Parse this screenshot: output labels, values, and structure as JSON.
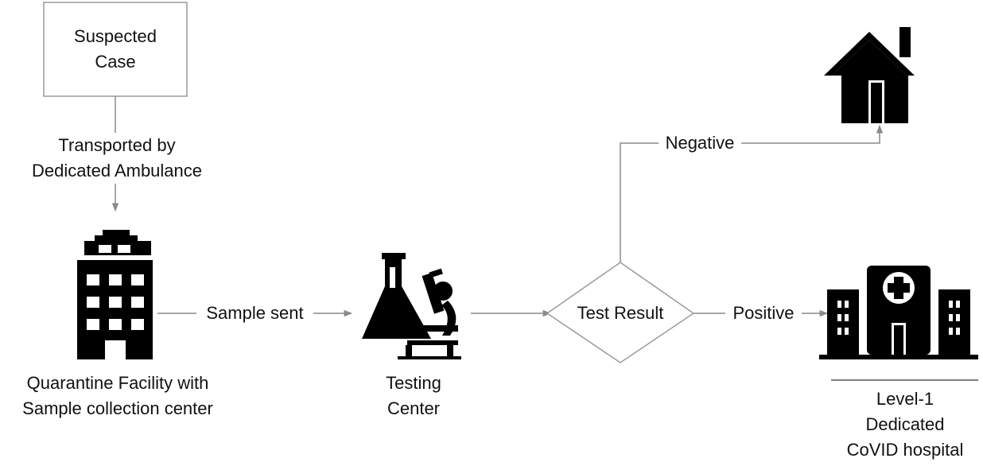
{
  "nodes": {
    "suspected_case": {
      "lines": [
        "Suspected",
        "Case"
      ]
    },
    "quarantine": {
      "lines": [
        "Quarantine Facility with",
        "Sample collection center"
      ]
    },
    "testing": {
      "lines": [
        "Testing",
        "Center"
      ]
    },
    "decision": {
      "label": "Test Result"
    },
    "hospital": {
      "lines": [
        "Level-1",
        "Dedicated",
        "CoVID hospital"
      ]
    }
  },
  "edges": {
    "transport": {
      "lines": [
        "Transported by",
        "Dedicated Ambulance"
      ]
    },
    "sample_sent": {
      "label": "Sample sent"
    },
    "negative": {
      "label": "Negative"
    },
    "positive": {
      "label": "Positive"
    }
  },
  "icons": {
    "quarantine": "office-building-icon",
    "testing": "laboratory-microscope-icon",
    "home": "house-icon",
    "hospital": "hospital-icon"
  },
  "colors": {
    "line": "#8a8a8a",
    "box": "#9a9a9a",
    "icon": "#000000",
    "text": "#111111"
  }
}
